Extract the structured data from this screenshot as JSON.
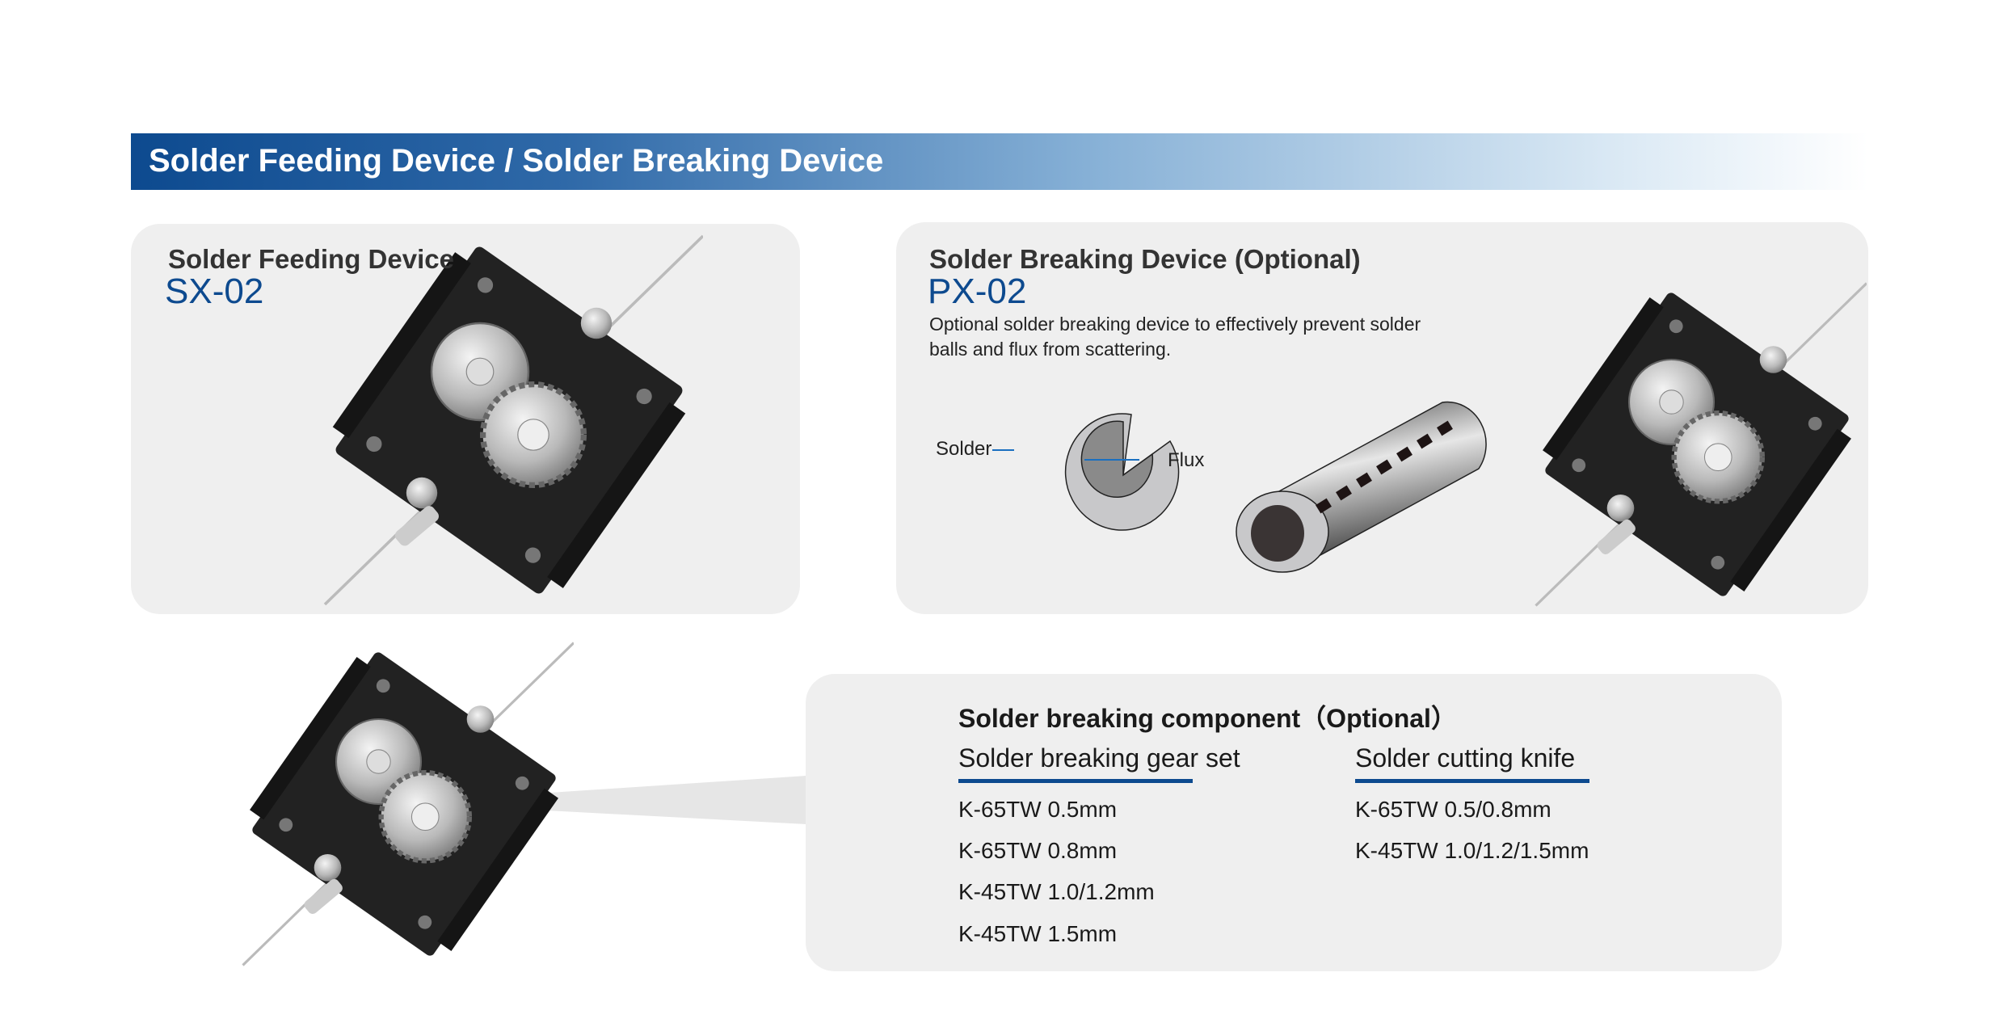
{
  "banner": {
    "title": "Solder Feeding Device / Solder Breaking Device"
  },
  "feeding": {
    "title": "Solder Feeding Device",
    "model": "SX-02"
  },
  "breaking": {
    "title": "Solder Breaking Device (Optional)",
    "model": "PX-02",
    "description_line1": "Optional solder breaking device to effectively prevent solder",
    "description_line2": "balls and flux from scattering.",
    "label_solder": "Solder",
    "label_flux": "Flux"
  },
  "component": {
    "title": "Solder breaking component（Optional）",
    "gear_set": {
      "heading": "Solder breaking gear set",
      "items": [
        "K-65TW 0.5mm",
        "K-65TW 0.8mm",
        "K-45TW 1.0/1.2mm",
        "K-45TW 1.5mm"
      ]
    },
    "knife": {
      "heading": "Solder cutting knife",
      "items": [
        "K-65TW 0.5/0.8mm",
        "K-45TW 1.0/1.2/1.5mm"
      ]
    }
  },
  "colors": {
    "brand": "#0d4a8f",
    "panel": "#efefef"
  }
}
